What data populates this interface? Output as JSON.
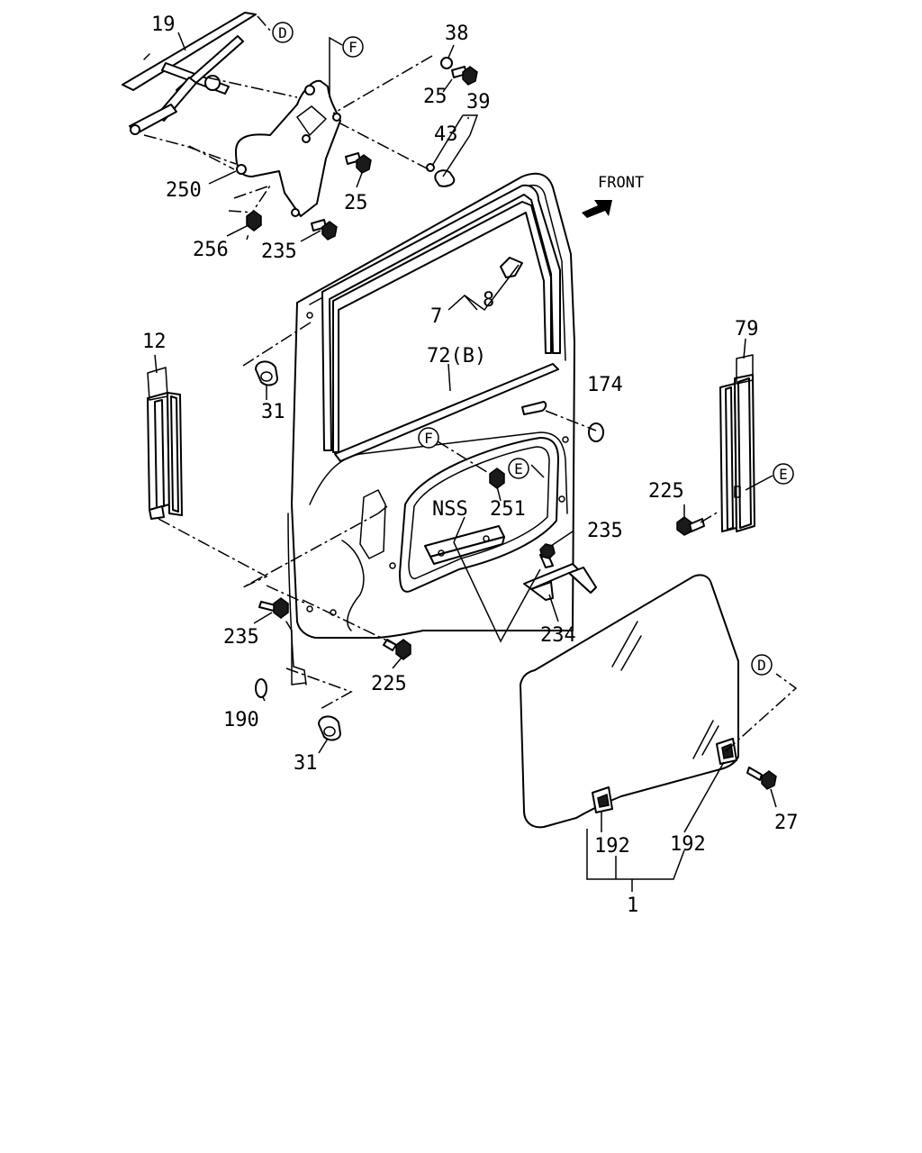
{
  "callouts": {
    "c19": "19",
    "c38": "38",
    "c25a": "25",
    "c39": "39",
    "c43": "43",
    "c250": "250",
    "c25b": "25",
    "c256": "256",
    "c235a": "235",
    "c7": "7",
    "c8": "8",
    "c12": "12",
    "c31a": "31",
    "c72": "72(B)",
    "c174": "174",
    "c79": "79",
    "c251": "251",
    "c225a": "225",
    "c235b": "235",
    "c234": "234",
    "cNSS": "NSS",
    "c235c": "235",
    "c225b": "225",
    "c190": "190",
    "c31b": "31",
    "c192a": "192",
    "c192b": "192",
    "c27": "27",
    "c1": "1"
  },
  "refs": {
    "d_top": "D",
    "f_top": "F",
    "f_mid": "F",
    "e_mid": "E",
    "e_right": "E",
    "d_right": "D"
  },
  "front_label": "FRONT",
  "icons": {
    "front_arrow": "front-direction-arrow-icon"
  }
}
